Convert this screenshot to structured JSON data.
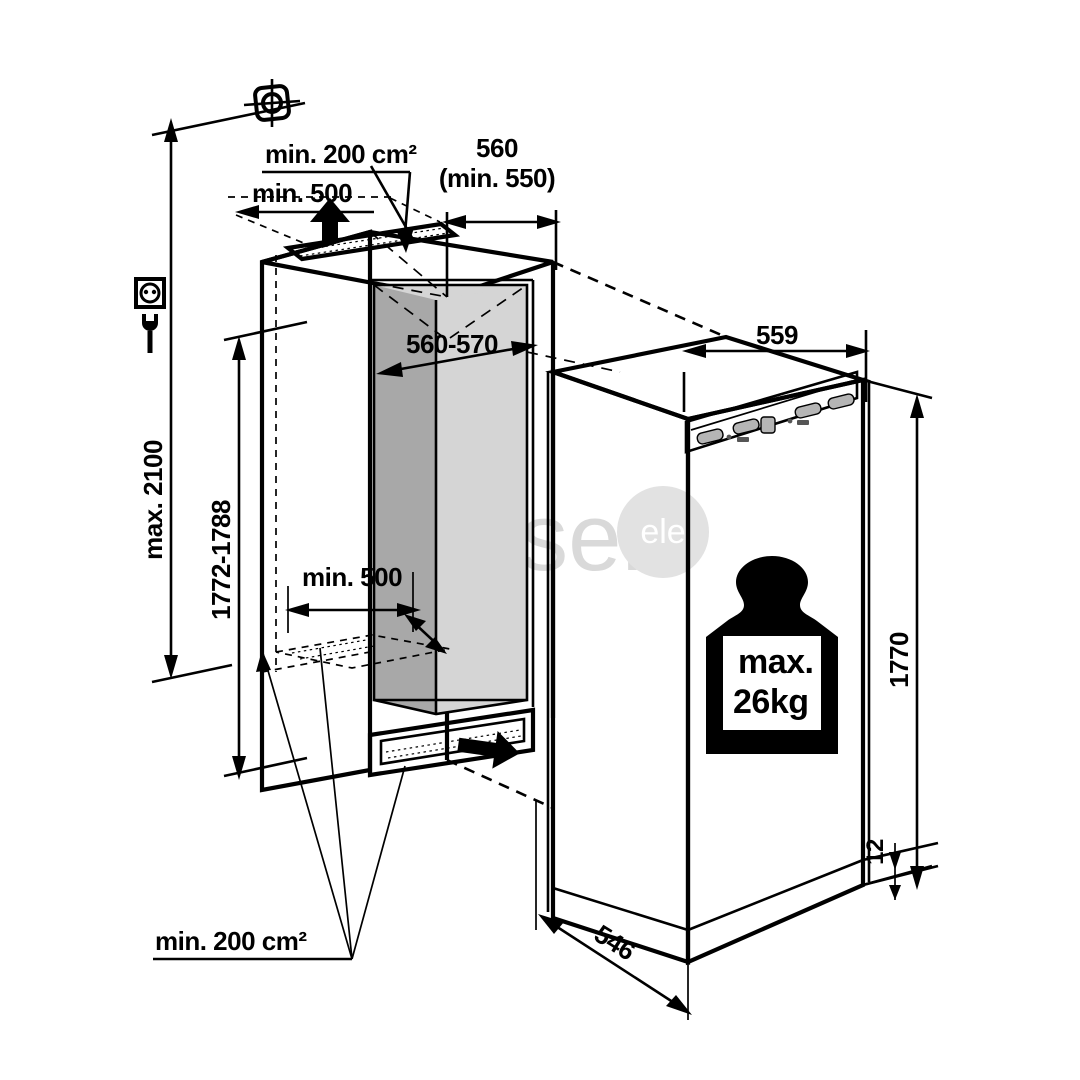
{
  "diagram": {
    "title": "Built-in refrigerator niche installation dimensions",
    "units": "mm",
    "watermark": {
      "text": "elesen",
      "logo": "ele"
    },
    "colors": {
      "line": "#000000",
      "side_wall_gray": "#a8a8a8",
      "back_wall_gray": "#d5d5d5",
      "insulation_gray": "#ececec",
      "watermark_gray": "#d9d9d9"
    },
    "labels": {
      "vent_top": "min. 200 cm²",
      "clearance_top": "min. 500",
      "niche_depth": "560",
      "niche_depth_min": "(min. 550)",
      "niche_width": "560-570",
      "max_height": "max. 2100",
      "niche_height": "1772-1788",
      "clearance_bottom": "min. 500",
      "vent_bottom": "min. 200 cm²",
      "appliance_depth_top": "559",
      "appliance_height": "1770",
      "appliance_plinth": "12",
      "appliance_depth_bottom": "546",
      "weight_line1": "max.",
      "weight_line2": "26kg"
    },
    "icons": {
      "centering_mark": "crosshair-target-icon",
      "power_socket": "power-socket-icon",
      "power_plug": "power-plug-icon",
      "weight": "weight-max-load-icon",
      "airflow_arrow_top": "airflow-up-arrow-icon",
      "airflow_arrow_bottom": "airflow-in-arrow-icon"
    }
  }
}
